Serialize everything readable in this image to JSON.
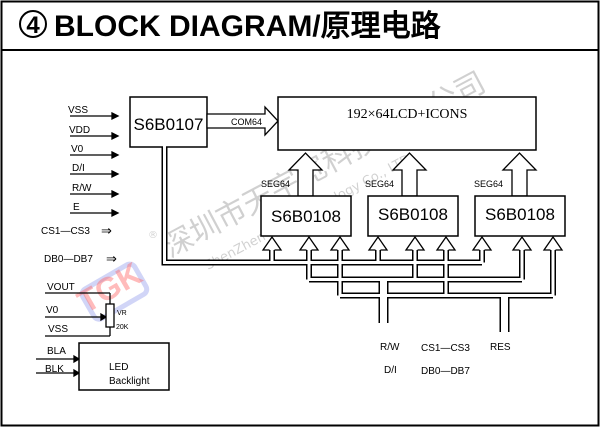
{
  "title": {
    "number": "4",
    "text": "BLOCK DIAGRAM/原理电路"
  },
  "blocks": {
    "common_driver": "S6B0107",
    "lcd": "192×64LCD+ICONS",
    "segment_drivers": [
      "S6B0108",
      "S6B0108",
      "S6B0108"
    ],
    "backlight": [
      "LED",
      "Backlight"
    ]
  },
  "signals": {
    "com": "COM64",
    "seg": [
      "SEG64",
      "SEG64",
      "SEG64"
    ],
    "left_inputs": [
      "VSS",
      "VDD",
      "V0",
      "D/I",
      "R/W",
      "E"
    ],
    "cs": "CS1—CS3",
    "db": "DB0—DB7",
    "power": [
      "VOUT",
      "V0",
      "VSS"
    ],
    "resistor": [
      "VR",
      "20K"
    ],
    "backlight_pins": [
      "BLA",
      "BLK"
    ],
    "bottom": {
      "rw": "R/W",
      "di": "D/I",
      "cs": "CS1—CS3",
      "db": "DB0—DB7",
      "res": "RES"
    },
    "bus_arrow": "⇒"
  },
  "watermark": {
    "logo": "TGK",
    "cn": "深圳市天宇宽科技有限公司",
    "en": "ShenZhen TGK Technology Co., LTD",
    "reg": "®"
  }
}
